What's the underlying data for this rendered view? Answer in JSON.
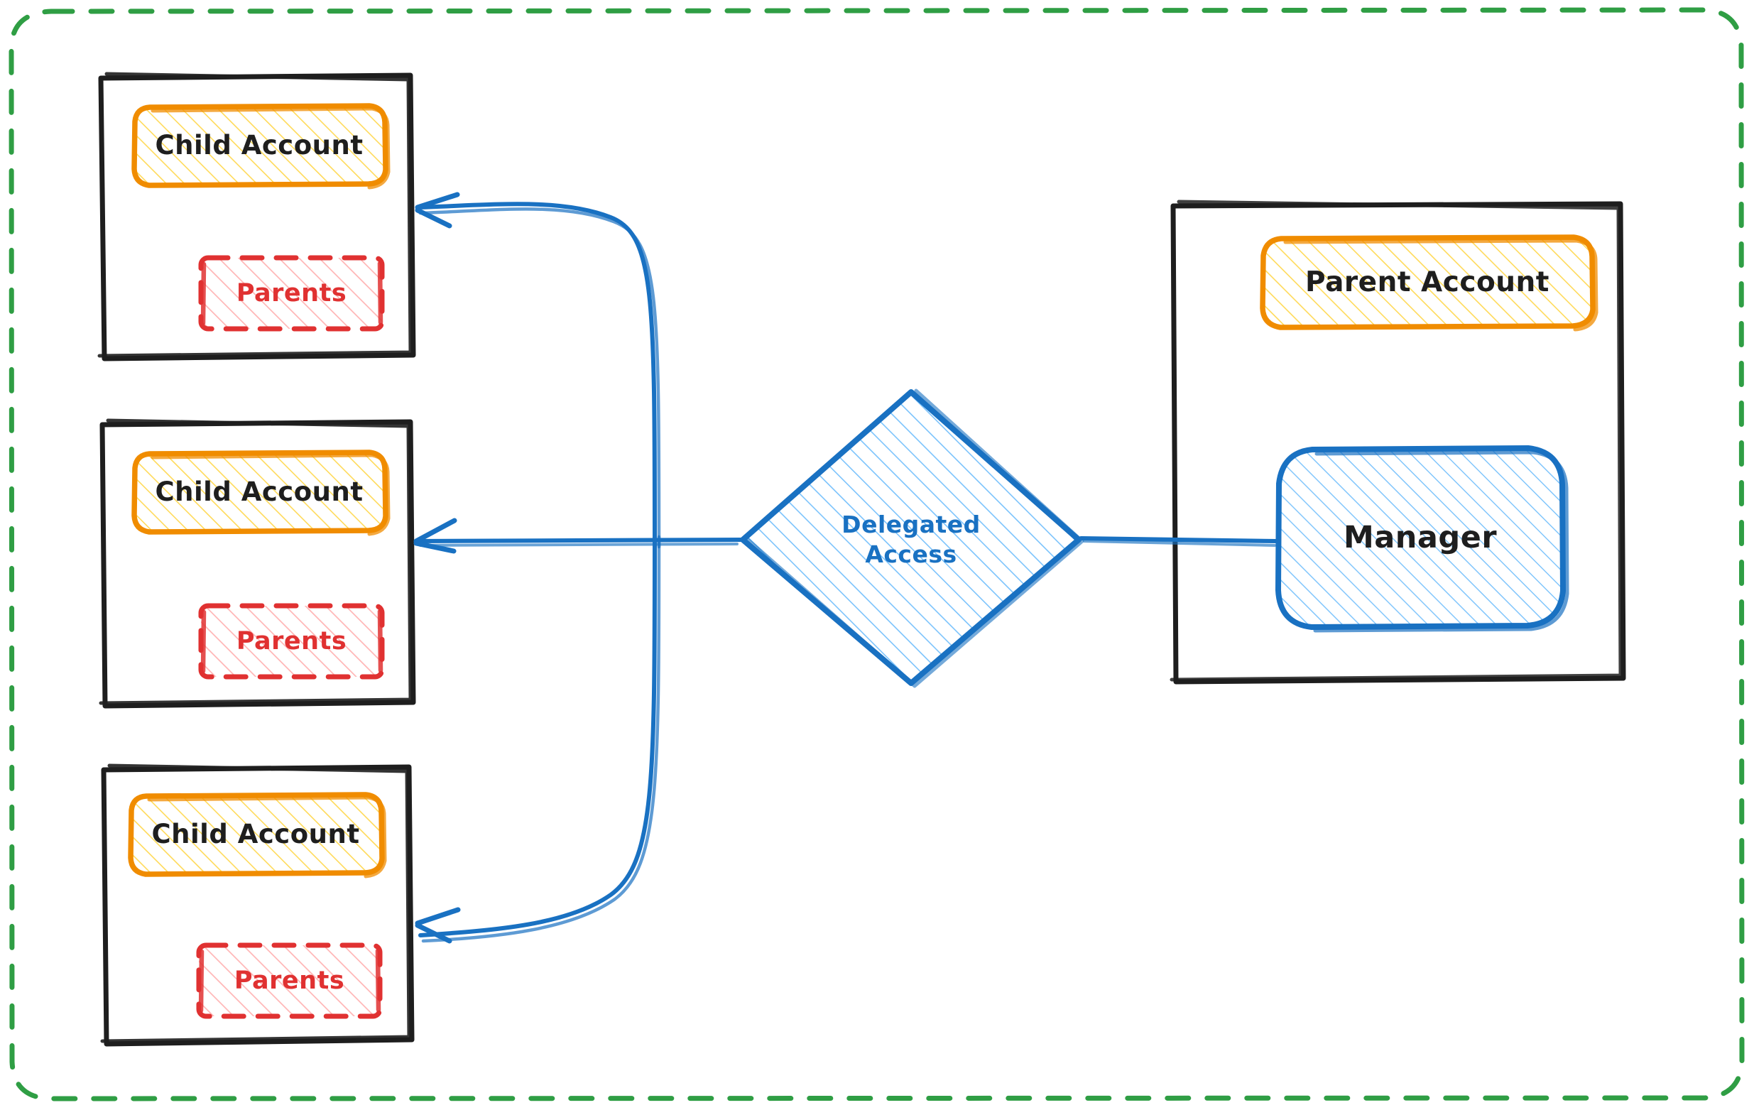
{
  "diagram": {
    "title": "Delegated Access",
    "type": "architecture-diagram",
    "style": "hand-drawn",
    "background": "#ffffff"
  },
  "colors": {
    "boundary_green": "#2f9e44",
    "container_black": "#1e1e1e",
    "account_orange": "#f08c00",
    "account_fill_yellow": "#ffec99",
    "parents_red": "#e03131",
    "parents_fill_red": "#ffc9c9",
    "blue_stroke": "#1971c2",
    "blue_fill": "#a5d8ff",
    "text_dark": "#1e1e1e"
  },
  "boundary": {
    "name": "organization-boundary",
    "stroke_style": "dashed",
    "stroke_color": "#2f9e44"
  },
  "children": [
    {
      "id": "child-1",
      "container_label": "",
      "account_label": "Child Account",
      "parents_label": "Parents"
    },
    {
      "id": "child-2",
      "container_label": "",
      "account_label": "Child Account",
      "parents_label": "Parents"
    },
    {
      "id": "child-3",
      "container_label": "",
      "account_label": "Child Account",
      "parents_label": "Parents"
    }
  ],
  "decision": {
    "id": "delegated-access",
    "label": "Delegated\nAccess",
    "shape": "diamond"
  },
  "parent_org": {
    "id": "parent-organization",
    "container_label": "",
    "account_label": "Parent Account",
    "manager_label": "Manager"
  },
  "connections": [
    {
      "from": "delegated-access",
      "to": "child-1",
      "direction": "arrow",
      "color": "#1971c2"
    },
    {
      "from": "delegated-access",
      "to": "child-2",
      "direction": "arrow",
      "color": "#1971c2"
    },
    {
      "from": "delegated-access",
      "to": "child-3",
      "direction": "arrow",
      "color": "#1971c2"
    },
    {
      "from": "manager",
      "to": "delegated-access",
      "direction": "line",
      "color": "#1971c2"
    }
  ]
}
